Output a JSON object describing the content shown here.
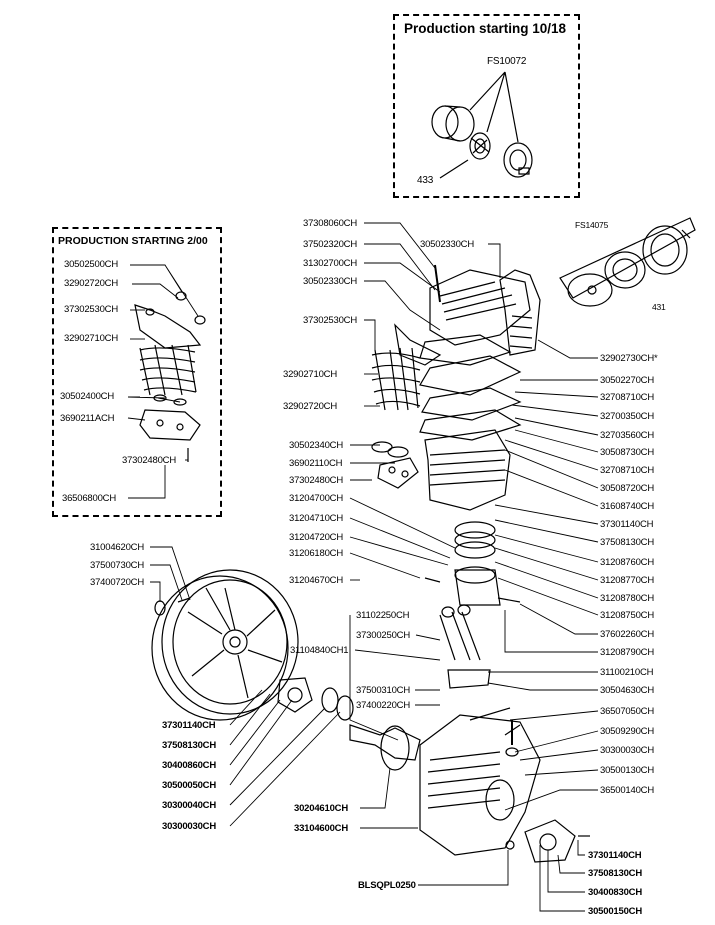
{
  "inset_top": {
    "title": "Production starting 10/18",
    "part_code": "FS10072",
    "item_number": "433"
  },
  "inset_left": {
    "title": "PRODUCTION STARTING 2/00",
    "labels": [
      "30502500CH",
      "32902720CH",
      "37302530CH",
      "32902710CH",
      "30502400CH",
      "3690211ACH",
      "37302480CH",
      "36506800CH"
    ]
  },
  "filter": {
    "part_code": "FS14075",
    "item_number": "431"
  },
  "center_left_labels": [
    "37308060CH",
    "37502320CH",
    "31302700CH",
    "30502330CH",
    "37302530CH",
    "32902710CH",
    "32902720CH",
    "30502340CH",
    "36902110CH",
    "37302480CH",
    "31204700CH",
    "31204710CH",
    "31204720CH",
    "31206180CH",
    "31204670CH"
  ],
  "head_label": "30502330CH",
  "right_labels": [
    "32902730CH*",
    "30502270CH",
    "32708710CH",
    "32700350CH",
    "32703560CH",
    "30508730CH",
    "32708710CH",
    "30508720CH",
    "31608740CH",
    "37301140CH",
    "37508130CH",
    "31208760CH",
    "31208770CH",
    "31208780CH",
    "31208750CH",
    "37602260CH",
    "31208790CH",
    "31100210CH",
    "30504630CH",
    "36507050CH",
    "30509290CH",
    "30300030CH",
    "30500130CH",
    "36500140CH"
  ],
  "flywheel_labels": [
    "31004620CH",
    "37500730CH",
    "37400720CH"
  ],
  "rod_labels": [
    "31102250CH",
    "37300250CH",
    "31104840CH1",
    "37500310CH",
    "37400220CH"
  ],
  "bottom_left_labels": [
    "37301140CH",
    "37508130CH",
    "30400860CH",
    "30500050CH",
    "30300040CH",
    "30300030CH"
  ],
  "crank_labels": [
    "30204610CH",
    "33104600CH",
    "BLSQPL0250"
  ],
  "bottom_right_labels": [
    "37301140CH",
    "37508130CH",
    "30400830CH",
    "30500150CH"
  ]
}
